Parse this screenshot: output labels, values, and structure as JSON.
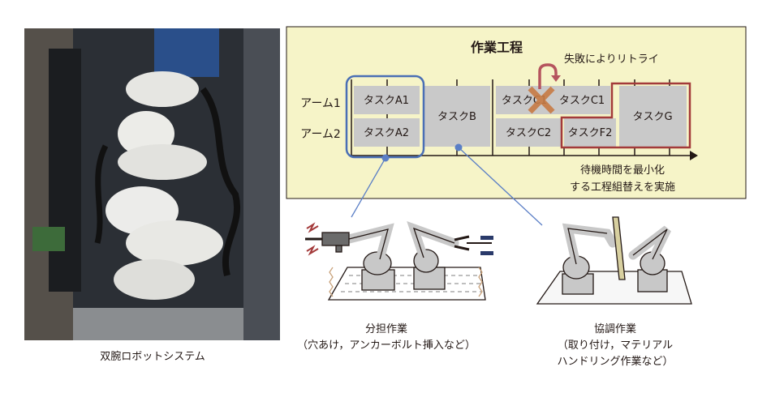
{
  "photo": {
    "caption": "双腕ロボットシステム"
  },
  "schedule": {
    "title": "作業工程",
    "retry_note": "失敗によりリトライ",
    "rows": [
      "アーム1",
      "アーム2"
    ],
    "tasks": {
      "a1": "タスクA1",
      "a2": "タスクA2",
      "b": "タスクB",
      "c1_failed": "タスクC1",
      "c1_retry": "タスクC1",
      "c2": "タスクC2",
      "f2": "タスクF2",
      "g": "タスクG"
    },
    "note_lines": [
      "待機時間を最小化",
      "する工程組替えを実施"
    ],
    "colors": {
      "panel": "#f6f4c8",
      "task": "#c9c9c9",
      "blue": "#4a6fb5",
      "red": "#a33a3a",
      "cross": "#c77b45"
    }
  },
  "left_illustration": {
    "title": "分担作業",
    "sub": "（穴あけ，アンカーボルト挿入など）"
  },
  "right_illustration": {
    "title": "協調作業",
    "sub_lines": [
      "（取り付け，マテリアル",
      "ハンドリング作業など）"
    ]
  }
}
